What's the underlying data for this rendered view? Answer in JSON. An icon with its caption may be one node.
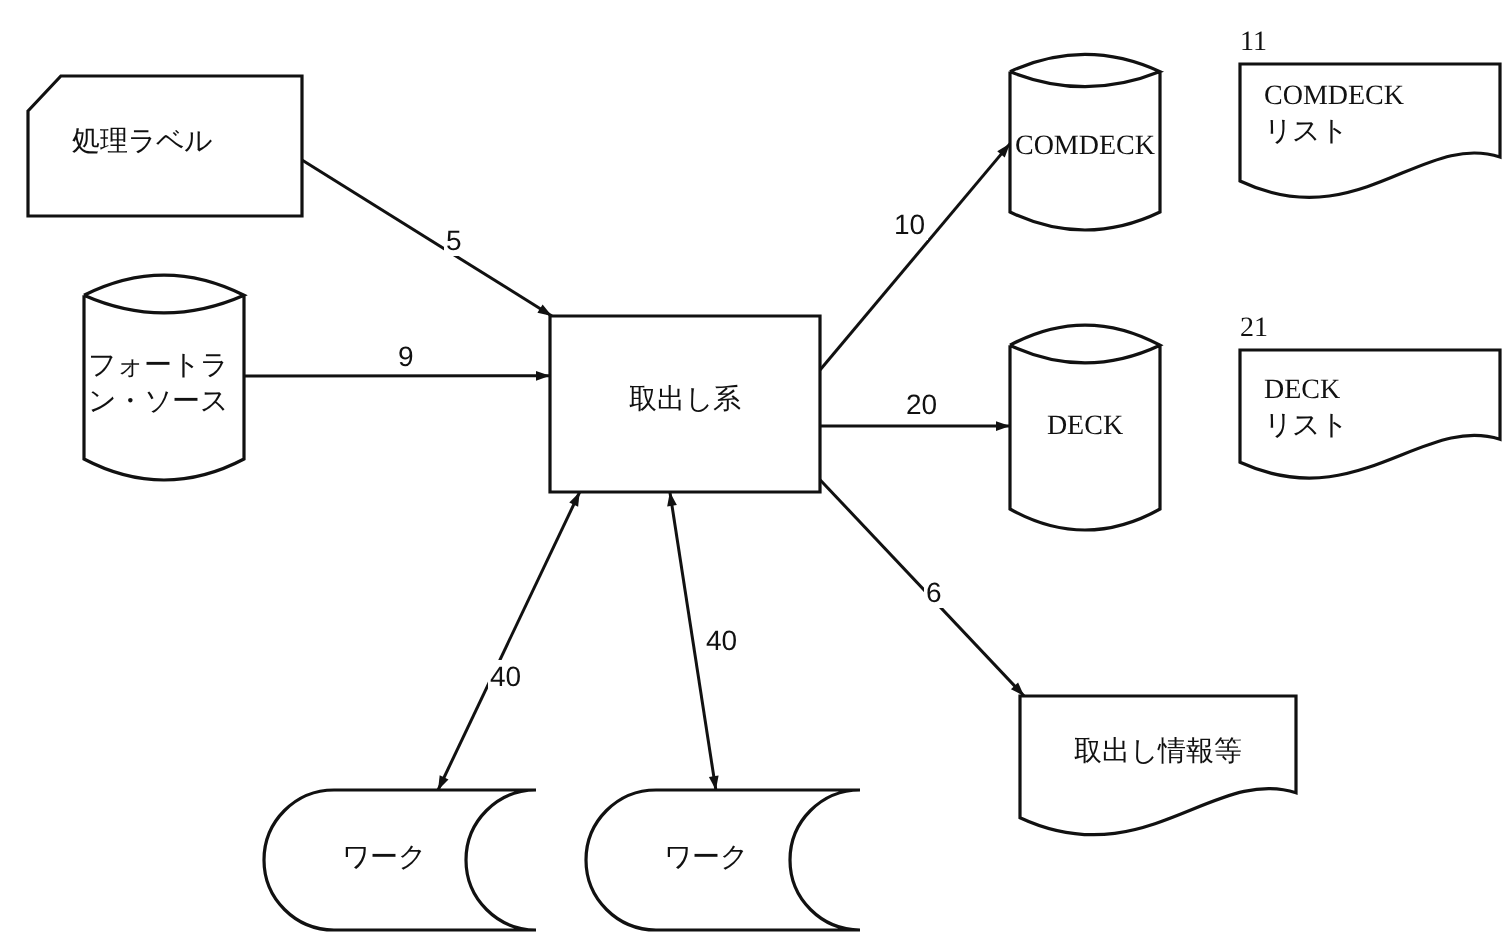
{
  "diagram": {
    "nodes": [
      {
        "text": [
          "処理ラベル"
        ]
      },
      {
        "text": [
          "フォートラン・ソース"
        ]
      },
      {
        "text": [
          "取出し系"
        ]
      },
      {
        "text": [
          "COMDECK"
        ]
      },
      {
        "text": [
          "COMDECK リスト"
        ],
        "beside": [
          "11"
        ]
      },
      {
        "text": [
          "DECK"
        ]
      },
      {
        "text": [
          "DECK リスト"
        ],
        "beside": [
          "21"
        ]
      },
      {
        "text": [
          "取出し情報等"
        ]
      },
      {
        "text": [
          "ワーク"
        ]
      },
      {
        "text": [
          "ワーク"
        ]
      }
    ],
    "edges": [
      {
        "from": 0,
        "to": 2,
        "arrow": "to",
        "label": "5"
      },
      {
        "from": 1,
        "to": 2,
        "arrow": "to",
        "label": "9"
      },
      {
        "from": 2,
        "to": 3,
        "arrow": "to",
        "label": "10"
      },
      {
        "from": 2,
        "to": 5,
        "arrow": "to",
        "label": "20"
      },
      {
        "from": 2,
        "to": 7,
        "arrow": "to",
        "label": "6"
      },
      {
        "from": 8,
        "to": 2,
        "arrow": "both",
        "label": "40"
      },
      {
        "from": 9,
        "to": 2,
        "arrow": "both",
        "label": "40"
      }
    ]
  }
}
